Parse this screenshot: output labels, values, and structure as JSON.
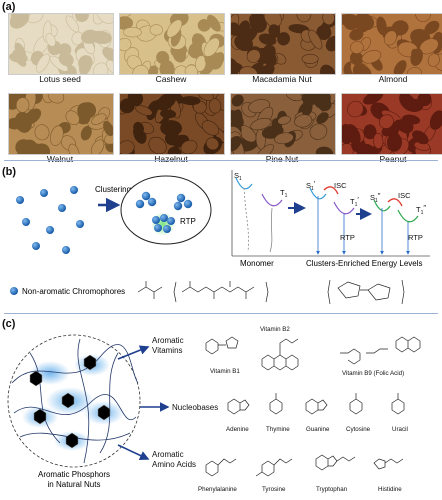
{
  "panel_a": {
    "label": "(a)",
    "nuts": [
      {
        "name": "Lotus seed",
        "color": "#e6dcc3",
        "dark": "#c9bb99"
      },
      {
        "name": "Cashew",
        "color": "#d8c08a",
        "dark": "#a88a55"
      },
      {
        "name": "Macadamia Nut",
        "color": "#8a5a33",
        "dark": "#4d2c15"
      },
      {
        "name": "Almond",
        "color": "#b0733e",
        "dark": "#7a4820"
      },
      {
        "name": "Walnut",
        "color": "#b88d55",
        "dark": "#7d5a2c"
      },
      {
        "name": "Hazelnut",
        "color": "#7a4a26",
        "dark": "#3f230f"
      },
      {
        "name": "Pine Nut",
        "color": "#8a5f3c",
        "dark": "#4a3019"
      },
      {
        "name": "Peanut",
        "color": "#9a3a26",
        "dark": "#5e1b10"
      }
    ]
  },
  "panel_b": {
    "label": "(b)",
    "clustering": "Clustering",
    "rtp": "RTP",
    "s1": "S",
    "t1": "T",
    "isc": "ISC",
    "monomer": "Monomer",
    "clusters": "Clusters-Enriched Energy Levels",
    "legend": "Non-aromatic Chromophores"
  },
  "panel_c": {
    "label": "(c)",
    "left_caption_1": "Aromatic Phosphors",
    "left_caption_2": "in Natural Nuts",
    "cat_vitamins_1": "Aromatic",
    "cat_vitamins_2": "Vitamins",
    "cat_nucleobases": "Nucleobases",
    "cat_amino_1": "Aromatic",
    "cat_amino_2": "Amino Acids",
    "vitamins": [
      "Vitamin B1",
      "Vitamin B2",
      "Vitamin B9 (Folic Acid)"
    ],
    "bases": [
      "Adenine",
      "Thymine",
      "Guanine",
      "Cytosine",
      "Uracil"
    ],
    "amino": [
      "Phenylalanine",
      "Tyrosine",
      "Tryptophan",
      "Histidine"
    ]
  },
  "colors": {
    "accent": "#2a6fc9",
    "glow": "#8ec3f0",
    "arrow": "#1f3f8f",
    "red": "#e0392b",
    "green": "#2fa84f"
  }
}
